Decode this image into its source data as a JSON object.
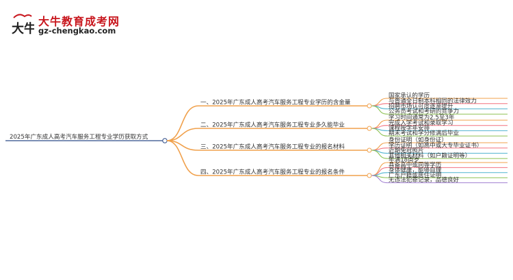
{
  "logo": {
    "title": "大牛教育成考网",
    "url": "gz-chengkao.com",
    "mark_text": "大牛"
  },
  "colors": {
    "root_line": "#2c4a86",
    "branch": "#f0a04b",
    "leaf_1": "#f0a04b",
    "leaf_2": "#f2717f",
    "leaf_3": "#4fb3cf",
    "leaf_4": "#8cc152",
    "leaf_5": "#a17fd1",
    "node_circle": "#ffffff"
  },
  "mindmap": {
    "root": "2025年广东成人高考汽车服务工程专业学历获取方式",
    "branches": [
      {
        "label": "一、2025年广东成人高考汽车服务工程专业学历的含金量",
        "leaves": [
          "国家承认的学历",
          "与普通全日制本科相同的法律效力",
          "招聘市场认可度逐渐提升",
          "公务员考试和考研的竞争力"
        ]
      },
      {
        "label": "二、2025年广东成人高考汽车服务工程专业多久能毕业",
        "leaves": [
          "学习时间通常为2.5至3年",
          "完成入学考试和录取学习",
          "课程按学年安排",
          "期末考试和学分修满后毕业"
        ]
      },
      {
        "label": "三、2025年广东成人高考汽车服务工程专业的报名材料",
        "leaves": [
          "身份证明（如身份证）",
          "学历证明（如高中或大专毕业证书）",
          "近期免冠照片",
          "其他相关材料（如户籍证明等）"
        ]
      },
      {
        "label": "四、2025年广东成人高考汽车服务工程专业的报名条件",
        "leaves": [
          "年满18周岁",
          "具备高中或同等学历",
          "身体健康，能够自理",
          "广东户籍或居住证明",
          "无违法犯罪记录，品德良好"
        ]
      }
    ]
  }
}
